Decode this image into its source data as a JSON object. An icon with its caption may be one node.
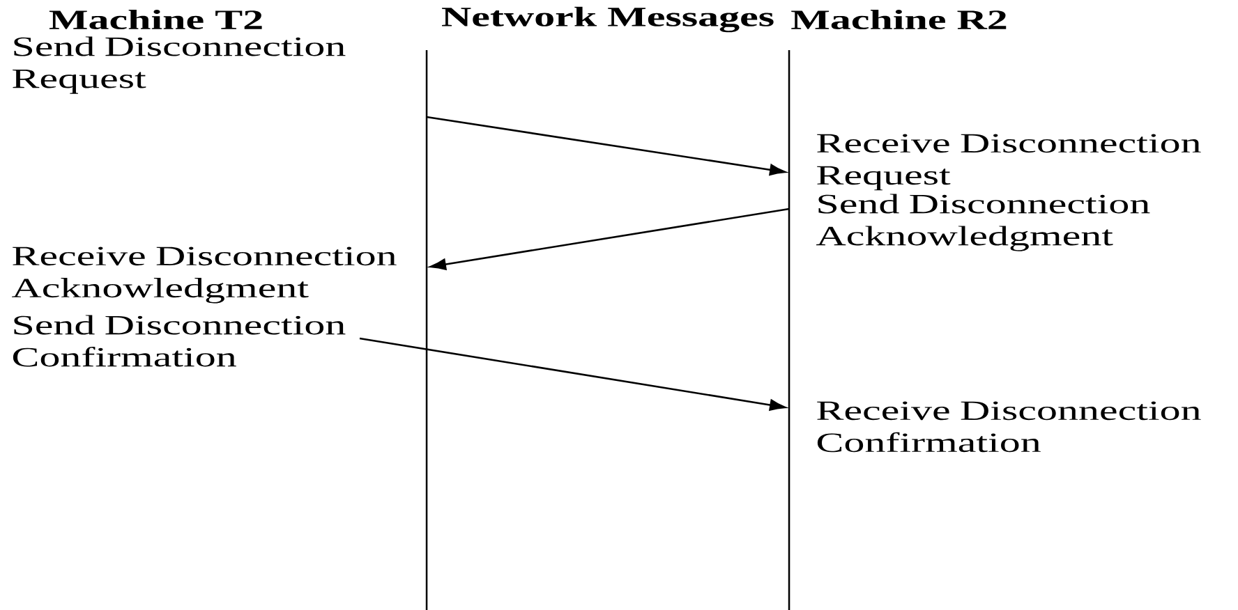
{
  "diagram": {
    "nodes": [
      {
        "text": [
          "Send Disconnection Request"
        ]
      },
      {
        "text": [
          "Receive Disconnection Request"
        ]
      },
      {
        "text": [
          "Send Disconnection Acknowledgment"
        ]
      },
      {
        "text": [
          "Receive Disconnection Acknowledgment"
        ]
      },
      {
        "text": [
          "Send Disconnection Confirmation"
        ]
      },
      {
        "text": [
          "Receive Disconnection Confirmation"
        ]
      }
    ],
    "edges": [
      {
        "from": 0,
        "to": 1,
        "arrow": "to"
      },
      {
        "from": 2,
        "to": 3,
        "arrow": "to"
      },
      {
        "from": 4,
        "to": 5,
        "arrow": "to"
      }
    ],
    "labels": [
      "Machine T2",
      "Network Messages",
      "Machine R2"
    ]
  }
}
